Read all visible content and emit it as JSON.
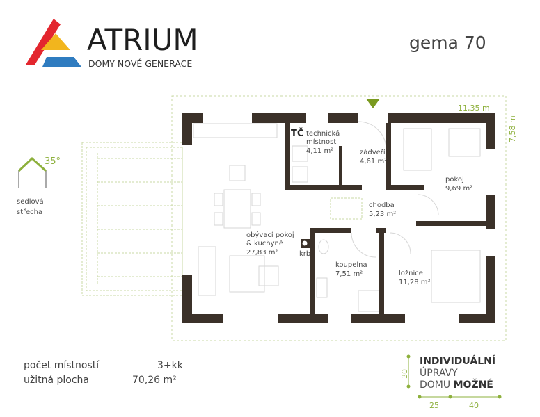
{
  "brand": {
    "name": "ATRIUM",
    "tagline": "DOMY NOVÉ GENERACE"
  },
  "model_name": "gema 70",
  "roof": {
    "angle": "35°",
    "label_line1": "sedlová",
    "label_line2": "střecha"
  },
  "dimensions": {
    "width": "11,35 m",
    "depth": "7,58 m"
  },
  "rooms": [
    {
      "name": "technická",
      "name2": "místnost",
      "area": "4,11 m²",
      "tag": "TČ"
    },
    {
      "name": "zádveří",
      "area": "4,61 m²"
    },
    {
      "name": "pokoj",
      "area": "9,69 m²"
    },
    {
      "name": "chodba",
      "area": "5,23 m²"
    },
    {
      "name": "obývací pokoj",
      "name2": "& kuchyně",
      "area": "27,83 m²"
    },
    {
      "name": "koupelna",
      "area": "7,51 m²"
    },
    {
      "name": "ložnice",
      "area": "11,28 m²"
    }
  ],
  "fireplace_label": "krb",
  "summary": {
    "rooms_label": "počet místností",
    "rooms_value": "3+kk",
    "area_label": "užitná plocha",
    "area_value": "70,26 m²"
  },
  "badge": {
    "line1": "INDIVIDUÁLNÍ",
    "line2": "ÚPRAVY",
    "line3a": "DOMU ",
    "line3b": "MOŽNÉ",
    "dim_h": "30",
    "dim_a": "25",
    "dim_b": "40"
  },
  "colors": {
    "green": "#8db03c",
    "wall": "#3b3129",
    "red": "#e3262e",
    "yellow": "#f2b51d",
    "blue": "#2f7cc0"
  }
}
